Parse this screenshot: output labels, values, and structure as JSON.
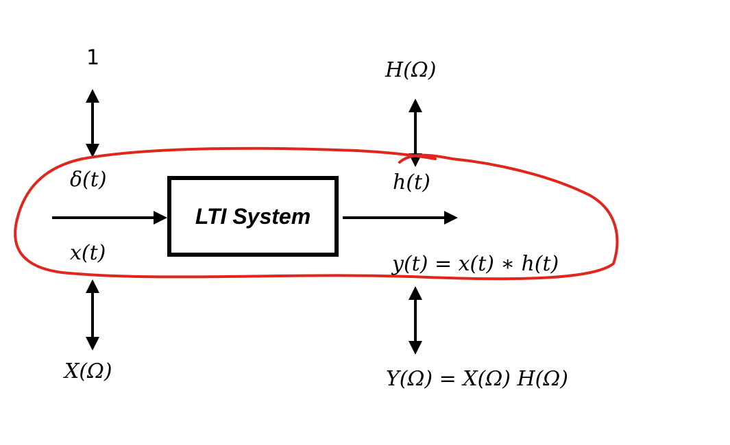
{
  "system": {
    "label": "LTI System"
  },
  "labels": {
    "one": "1",
    "delta": "δ(t)",
    "x_t": "x(t)",
    "X_omega": "X(Ω)",
    "H_omega": "H(Ω)",
    "h_t": "h(t)",
    "y_t": "y(t) = x(t) ∗ h(t)",
    "Y_omega": "Y(Ω) = X(Ω) H(Ω)"
  },
  "colors": {
    "stroke": "#000000",
    "annotation": "#e0261d"
  }
}
